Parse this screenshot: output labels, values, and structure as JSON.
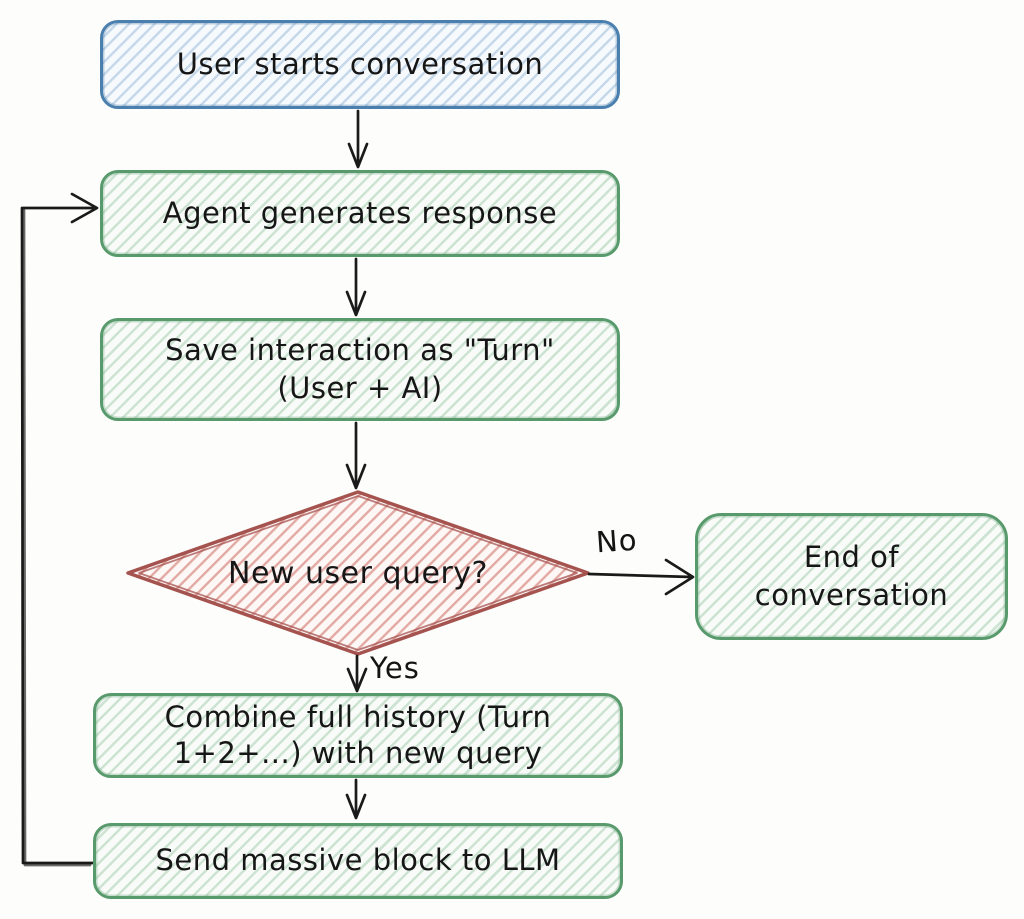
{
  "diagram": {
    "title_semantic": "LLM conversation turn flowchart",
    "background": "#fdfdfb",
    "nodes": {
      "start": {
        "label": "User starts conversation",
        "shape": "rounded-rect",
        "scheme": "blue"
      },
      "agent": {
        "label": "Agent generates response",
        "shape": "rounded-rect",
        "scheme": "green"
      },
      "save": {
        "line1": "Save interaction as \"Turn\"",
        "line2": "(User + AI)",
        "shape": "rounded-rect",
        "scheme": "green"
      },
      "decision": {
        "label": "New user query?",
        "shape": "diamond",
        "scheme": "red"
      },
      "end": {
        "line1": "End of",
        "line2": "conversation",
        "shape": "rounded-rect",
        "scheme": "green"
      },
      "combine": {
        "line1": "Combine full history (Turn",
        "line2": "1+2+...) with new query",
        "shape": "rounded-rect",
        "scheme": "green"
      },
      "send": {
        "label": "Send massive block to LLM",
        "shape": "rounded-rect",
        "scheme": "green"
      }
    },
    "edge_labels": {
      "no": "No",
      "yes": "Yes"
    },
    "edges": [
      {
        "from": "start",
        "to": "agent"
      },
      {
        "from": "agent",
        "to": "save"
      },
      {
        "from": "save",
        "to": "decision"
      },
      {
        "from": "decision",
        "to": "end",
        "label": "No"
      },
      {
        "from": "decision",
        "to": "combine",
        "label": "Yes"
      },
      {
        "from": "combine",
        "to": "send"
      },
      {
        "from": "send",
        "to": "agent",
        "kind": "loop-back"
      }
    ],
    "colors": {
      "blue_border": "#4a7fae",
      "blue_hatch": "#9dbdd9",
      "green_border": "#599a6d",
      "green_hatch": "#a9cfb4",
      "red_border": "#a5534f",
      "red_hatch": "#e3aaa4",
      "arrow": "#1a1a1a",
      "text": "#161616"
    }
  }
}
